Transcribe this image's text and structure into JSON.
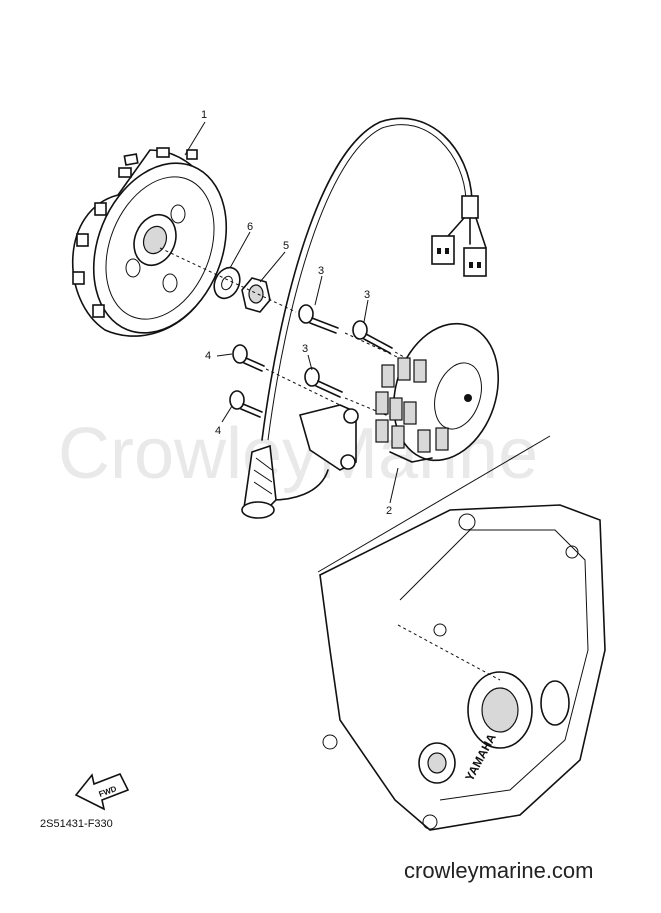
{
  "watermark": "CrowleyMarine",
  "callouts": {
    "c1": "1",
    "c2": "2",
    "c3a": "3",
    "c3b": "3",
    "c3c": "3",
    "c4a": "4",
    "c4b": "4",
    "c5": "5",
    "c6": "6"
  },
  "fwd_label": "FWD",
  "crankcase_brand": "YAMAHA",
  "part_code": "2S51431-F330",
  "site_url": "crowleymarine.com"
}
